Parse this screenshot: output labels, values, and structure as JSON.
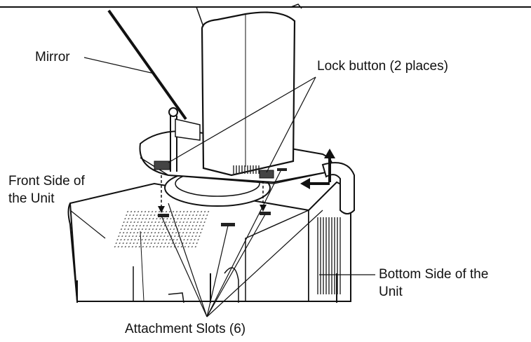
{
  "labels": {
    "mirror": "Mirror",
    "lock_button": "Lock button (2 places)",
    "front_side_line1": "Front Side of",
    "front_side_line2": "the Unit",
    "bottom_side_line1": "Bottom Side of the",
    "bottom_side_line2": "Unit",
    "attachment_slots": "Attachment Slots (6)"
  },
  "colors": {
    "ink": "#111111",
    "paper": "#ffffff",
    "shade": "#555555"
  }
}
